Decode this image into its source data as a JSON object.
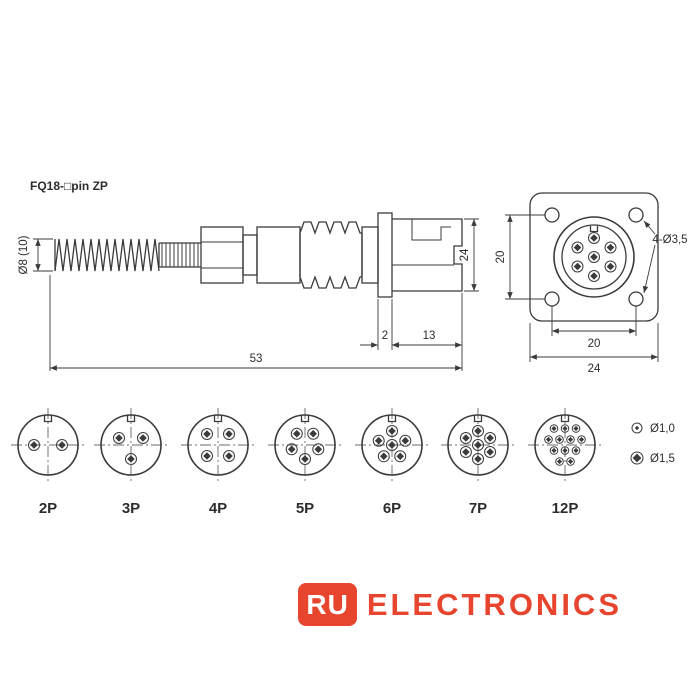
{
  "title": "FQ18-□pin ZP",
  "side_view": {
    "dim_diameter": "Ø8 (10)",
    "dim_flange": "2",
    "dim_rear": "13",
    "dim_total": "53",
    "dim_height": "24"
  },
  "front_view": {
    "dim_vertical": "20",
    "dim_horizontal": "20",
    "dim_width": "24",
    "dim_holes": "4-Ø3,5"
  },
  "pin_variants": [
    {
      "label": "2P",
      "pins": 2
    },
    {
      "label": "3P",
      "pins": 3
    },
    {
      "label": "4P",
      "pins": 4
    },
    {
      "label": "5P",
      "pins": 5
    },
    {
      "label": "6P",
      "pins": 6
    },
    {
      "label": "7P",
      "pins": 7
    },
    {
      "label": "12P",
      "pins": 12
    }
  ],
  "legend": [
    {
      "symbol": "pin-diameter-small-icon",
      "label": "Ø1,0"
    },
    {
      "symbol": "pin-diameter-large-icon",
      "label": "Ø1,5"
    }
  ],
  "logo": {
    "badge": "RU",
    "text": "ELECTRONICS"
  },
  "colors": {
    "line": "#3b3b3b",
    "logo_red": "#e8452f"
  }
}
